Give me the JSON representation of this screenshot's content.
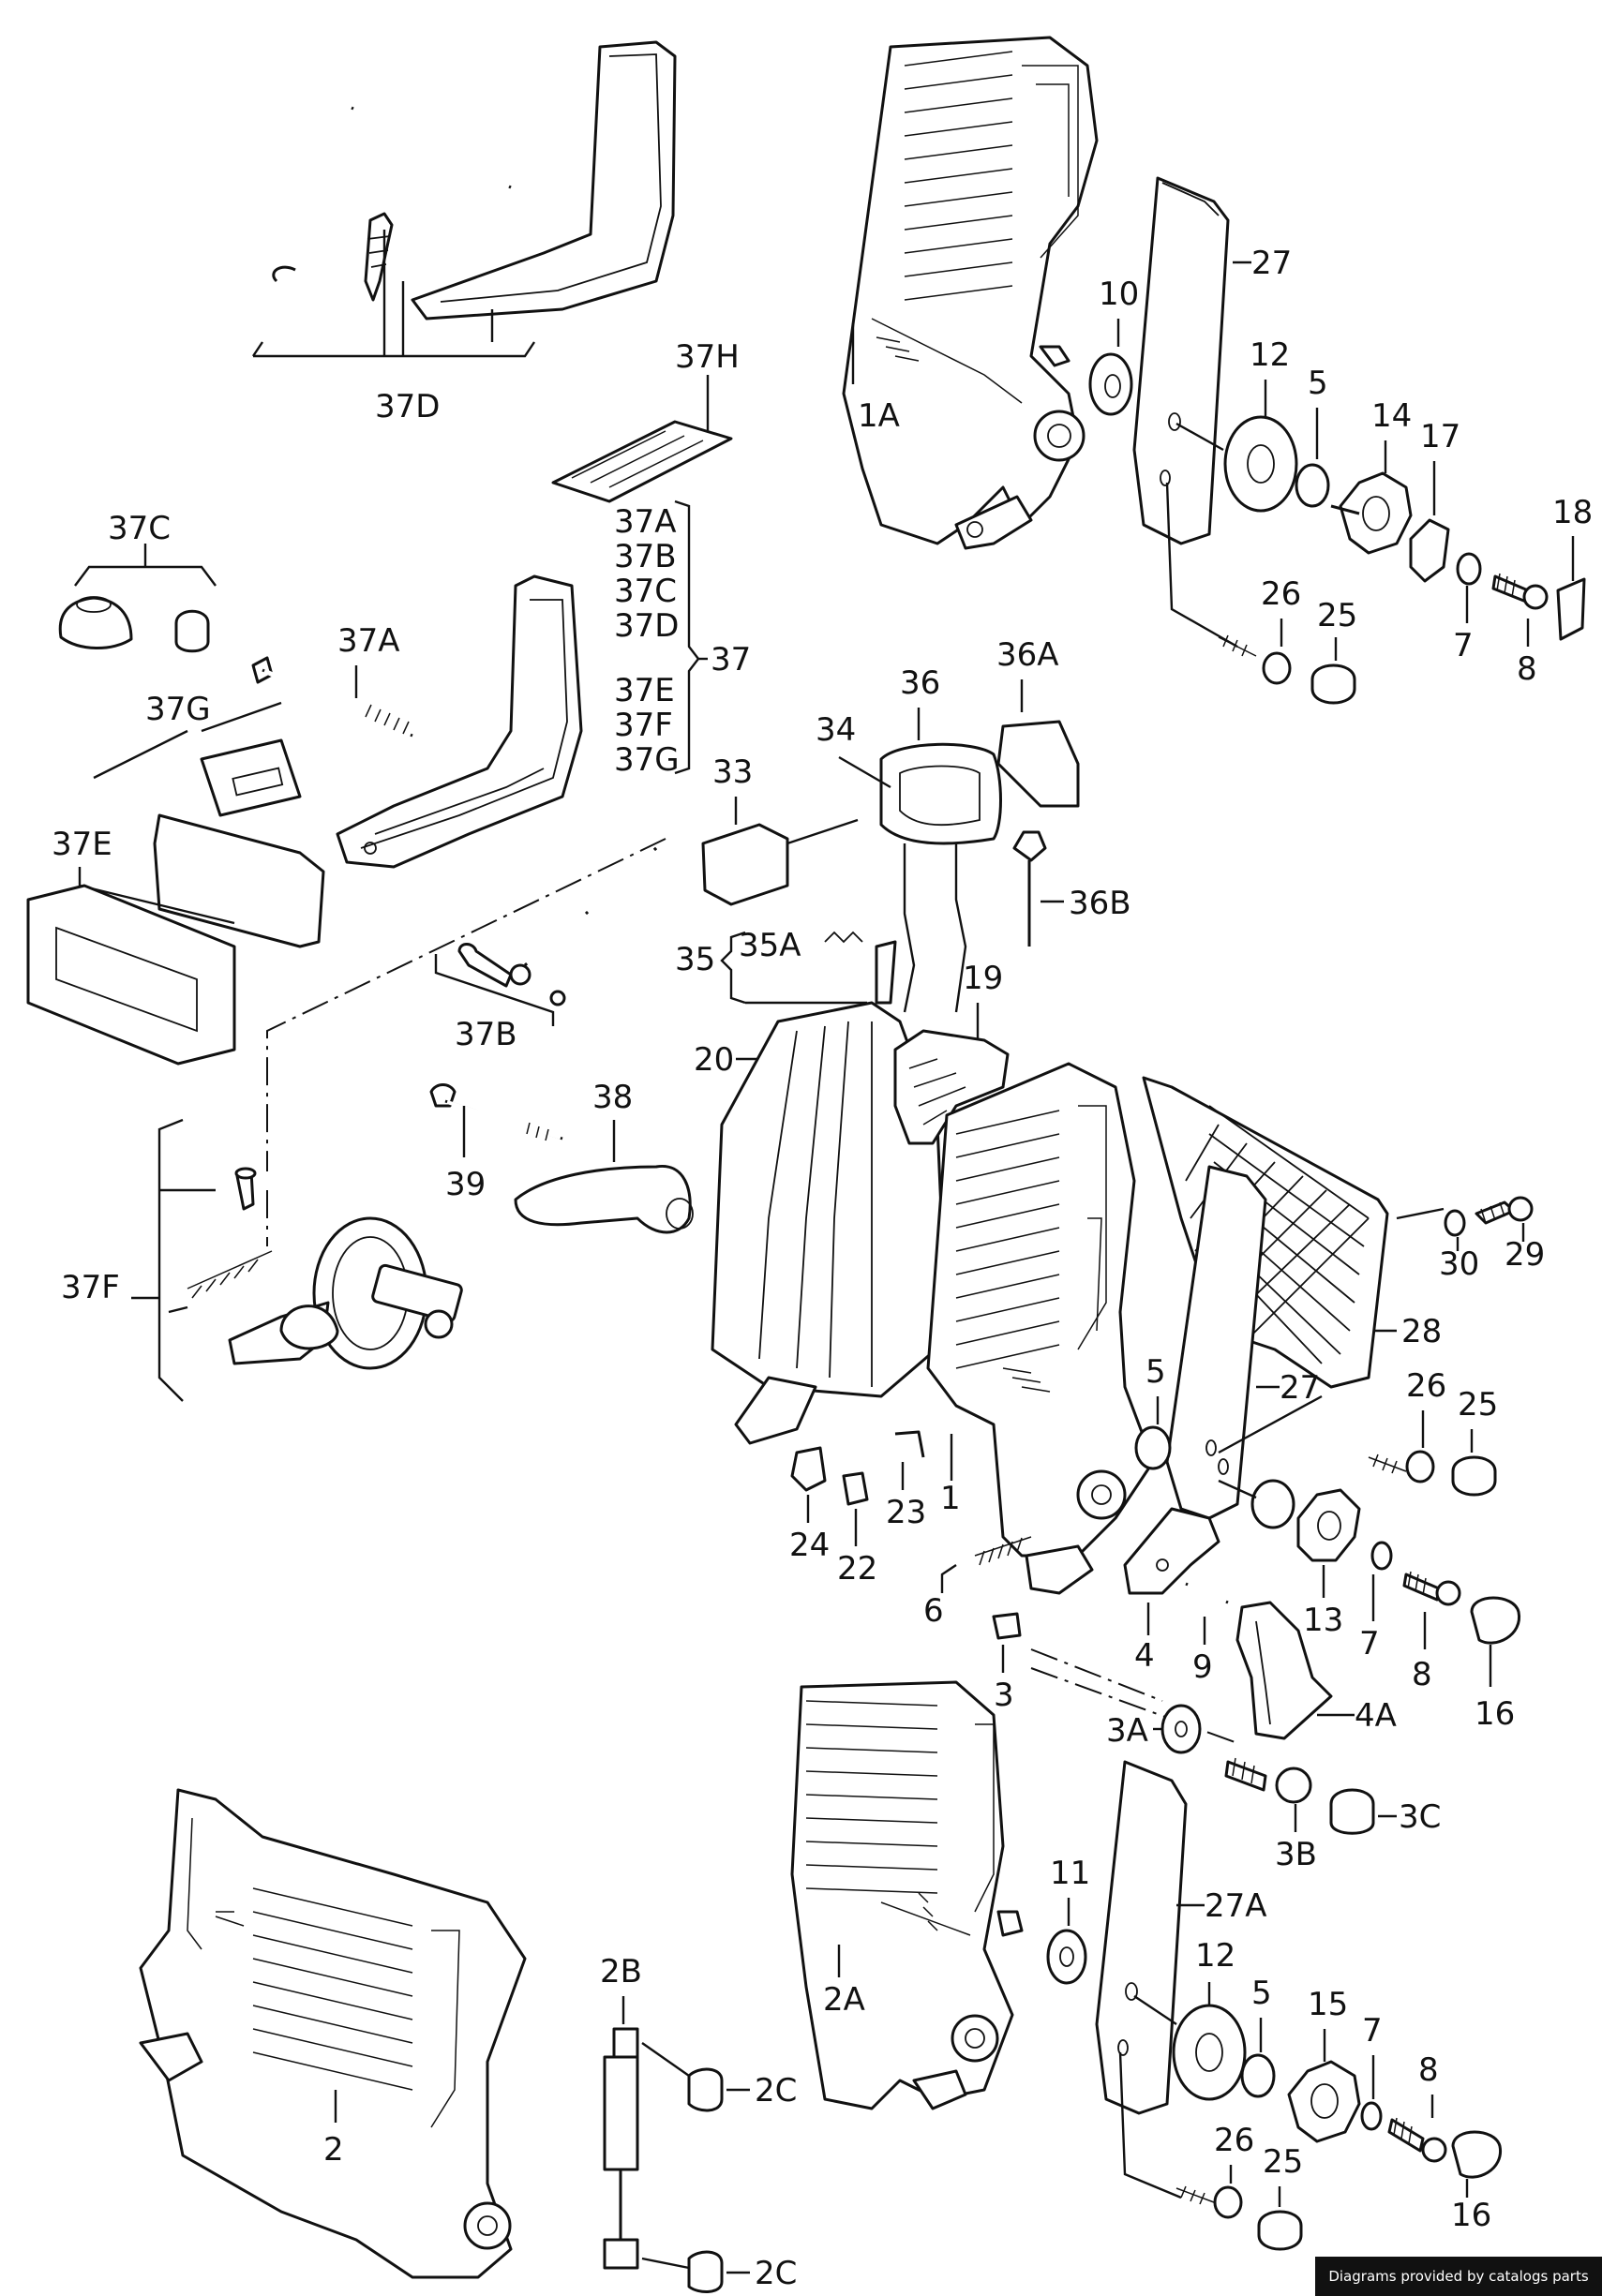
{
  "diagram": {
    "labels": {
      "l37D": "37D",
      "l37H": "37H",
      "l37A_top": "37A",
      "l37B_top": "37B",
      "l37C_top": "37C",
      "l37D_top": "37D",
      "l37": "37",
      "l37E_top": "37E",
      "l37F_top": "37F",
      "l37G_top": "37G",
      "l37C": "37C",
      "l37A": "37A",
      "l37G": "37G",
      "l37E": "37E",
      "l37B": "37B",
      "l37F": "37F",
      "l1A": "1A",
      "l10": "10",
      "l12a": "12",
      "l5a": "5",
      "l14": "14",
      "l17": "17",
      "l18": "18",
      "l27a": "27",
      "l26a": "26",
      "l25a": "25",
      "l7a": "7",
      "l8a": "8",
      "l36": "36",
      "l36A": "36A",
      "l36B": "36B",
      "l34": "34",
      "l33": "33",
      "l35": "35",
      "l35A": "35A",
      "l19": "19",
      "l20": "20",
      "l38": "38",
      "l39": "39",
      "l29": "29",
      "l30": "30",
      "l28": "28",
      "l27b": "27",
      "l26b": "26",
      "l25b": "25",
      "l5b": "5",
      "l1": "1",
      "l23": "23",
      "l24": "24",
      "l22": "22",
      "l6": "6",
      "l4": "4",
      "l9": "9",
      "l13": "13",
      "l7b": "7",
      "l8b": "8",
      "l16a": "16",
      "l3": "3",
      "l3A": "3A",
      "l4A": "4A",
      "l3B": "3B",
      "l3C": "3C",
      "l2A": "2A",
      "l11": "11",
      "l27A": "27A",
      "l12b": "12",
      "l5c": "5",
      "l15": "15",
      "l7c": "7",
      "l8c": "8",
      "l2B": "2B",
      "l2C_a": "2C",
      "l2C_b": "2C",
      "l2": "2",
      "l26c": "26",
      "l25c": "25",
      "l16b": "16"
    }
  },
  "footer": {
    "credit": "Diagrams provided by catalogs parts"
  }
}
